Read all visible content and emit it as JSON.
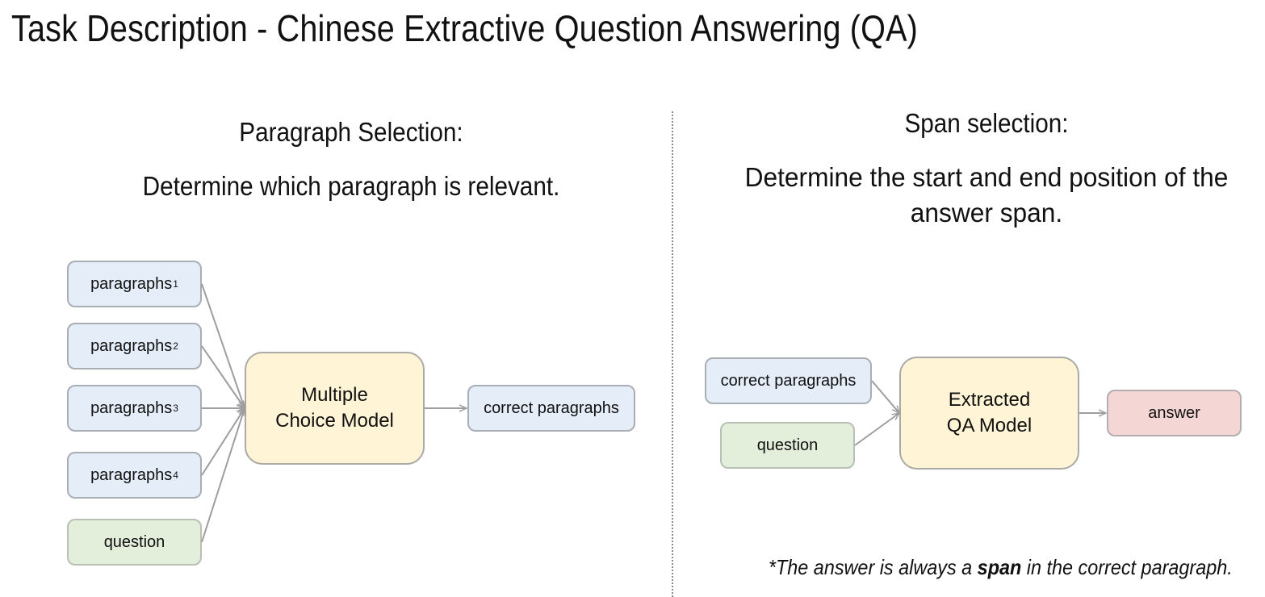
{
  "title": "Task Description - Chinese Extractive Question Answering (QA)",
  "left": {
    "heading": "Paragraph Selection:",
    "description": "Determine which paragraph is relevant.",
    "inputs": [
      {
        "label": "paragraphs",
        "sub": "1"
      },
      {
        "label": "paragraphs",
        "sub": "2"
      },
      {
        "label": "paragraphs",
        "sub": "3"
      },
      {
        "label": "paragraphs",
        "sub": "4"
      }
    ],
    "question": "question",
    "model": "Multiple Choice Model",
    "output": "correct paragraphs"
  },
  "right": {
    "heading": "Span selection:",
    "description": "Determine the start and end position of the answer span.",
    "input_paragraphs": "correct paragraphs",
    "question": "question",
    "model": "Extracted QA Model",
    "output": "answer"
  },
  "footnote": {
    "before": "*The answer is always a ",
    "emphasis": "span",
    "after": " in the correct paragraph."
  },
  "colors": {
    "paragraph_box": "#e4edf8",
    "question_box": "#e3eedb",
    "model_box": "#fff5d6",
    "answer_box": "#f4d6d5",
    "arrow": "#9e9e9e"
  }
}
